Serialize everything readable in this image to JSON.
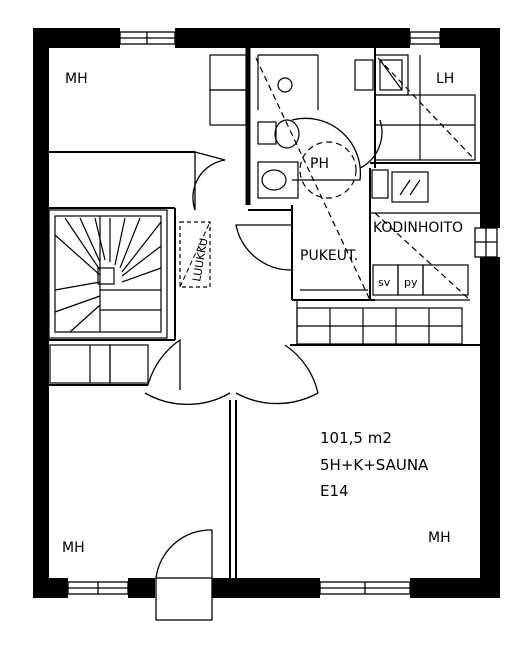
{
  "rooms": {
    "mh_top_left": "MH",
    "lh": "LH",
    "ph": "PH",
    "kodinhoito": "KODINHOITO",
    "pukeut": "PUKEUT.",
    "luukku": "LUUKKU",
    "sv": "sv",
    "py": "py",
    "mh_bottom_left": "MH",
    "mh_bottom_right": "MH"
  },
  "info": {
    "area": "101,5 m2",
    "rooms": "5H+K+SAUNA",
    "code": "E14"
  }
}
